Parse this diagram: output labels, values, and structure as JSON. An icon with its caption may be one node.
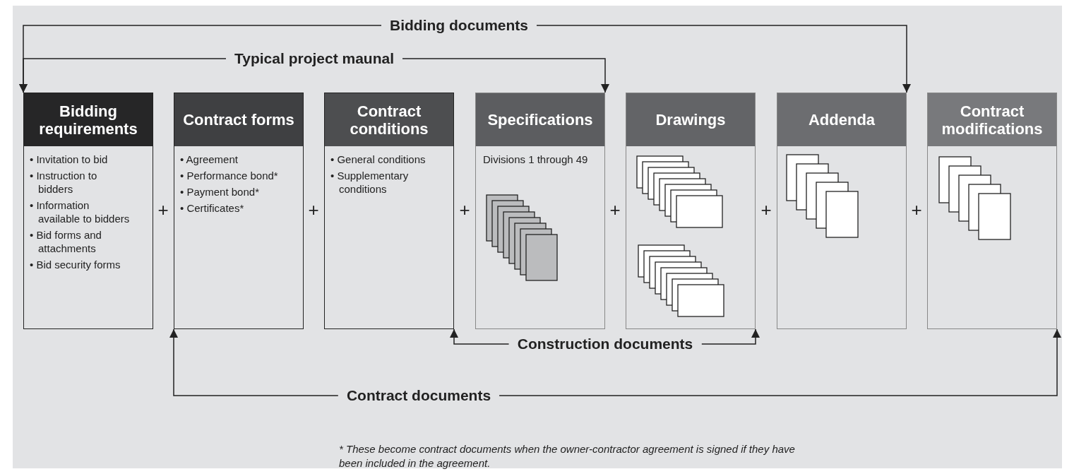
{
  "diagram": {
    "caption": "* These become contract documents when the owner-contractor agreement is signed if they have been included in the agreement.",
    "nodes": [
      {
        "text": [
          "Bidding requirements",
          "• Invitation to bid",
          "• Instruction to bidders",
          "• Information available to bidders",
          "• Bid forms and attachments",
          "• Bid security forms"
        ]
      },
      {
        "text": [
          "Contract forms",
          "• Agreement",
          "• Performance bond*",
          "• Payment bond*",
          "• Certificates*"
        ]
      },
      {
        "text": [
          "Contract conditions",
          "• General conditions",
          "• Supplementary conditions"
        ]
      },
      {
        "text": [
          "Specifications",
          "Divisions 1 through 49"
        ]
      },
      {
        "text": [
          "Drawings"
        ]
      },
      {
        "text": [
          "Addenda"
        ]
      },
      {
        "text": [
          "Contract modifications"
        ]
      },
      {
        "text": [
          "Bidding documents"
        ]
      },
      {
        "text": [
          "Typical project maunal"
        ]
      },
      {
        "text": [
          "Construction documents"
        ]
      },
      {
        "text": [
          "Contract documents"
        ]
      }
    ],
    "edges": [
      {
        "from": 7,
        "to": 0,
        "arrow": "to"
      },
      {
        "from": 7,
        "to": 5,
        "arrow": "to"
      },
      {
        "from": 8,
        "to": 0,
        "arrow": "to"
      },
      {
        "from": 8,
        "to": 3,
        "arrow": "to"
      },
      {
        "from": 9,
        "to": 2,
        "arrow": "to"
      },
      {
        "from": 9,
        "to": 4,
        "arrow": "to"
      },
      {
        "from": 10,
        "to": 1,
        "arrow": "to"
      },
      {
        "from": 10,
        "to": 6,
        "arrow": "to"
      }
    ],
    "labels": [
      "+",
      "+",
      "+",
      "+",
      "+",
      "+"
    ]
  }
}
